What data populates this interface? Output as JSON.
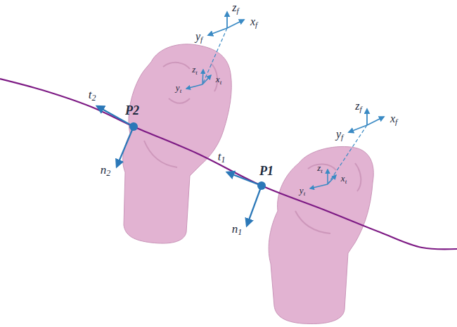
{
  "diagram": {
    "labels": [
      "zf",
      "xf",
      "yf",
      "zt",
      "xt",
      "yt",
      "zf",
      "xf",
      "yf",
      "zt",
      "xt",
      "yt",
      "t2",
      "P2",
      "n2",
      "t1",
      "P1",
      "n1"
    ]
  }
}
